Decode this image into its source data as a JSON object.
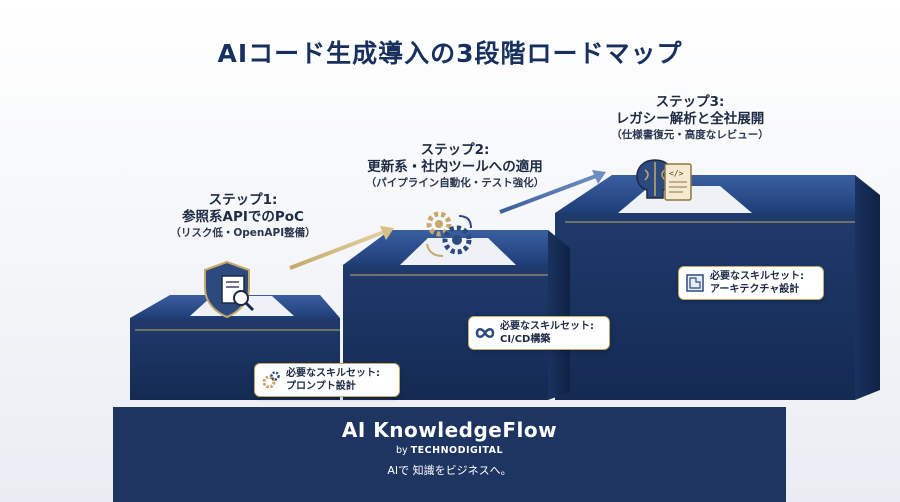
{
  "title": "AIコード生成導入の3段階ロードマップ",
  "steps": [
    {
      "heading": "ステップ1:",
      "name": "参照系APIでのPoC",
      "sub": "（リスク低・OpenAPI整備）",
      "skill_label": "必要なスキルセット:",
      "skill_value": "プロンプト設計",
      "icon": "shield-document-search-icon",
      "skill_icon": "gear-icon"
    },
    {
      "heading": "ステップ2:",
      "name": "更新系・社内ツールへの適用",
      "sub": "（パイプライン自動化・テスト強化）",
      "skill_label": "必要なスキルセット:",
      "skill_value": "CI/CD構築",
      "icon": "gears-cycle-icon",
      "skill_icon": "infinity-icon"
    },
    {
      "heading": "ステップ3:",
      "name": "レガシー解析と全社展開",
      "sub": "（仕様書復元・高度なレビュー）",
      "skill_label": "必要なスキルセット:",
      "skill_value": "アーキテクチャ設計",
      "icon": "brain-code-scroll-icon",
      "skill_icon": "blueprint-icon"
    }
  ],
  "footer": {
    "brand": "AI KnowledgeFlow",
    "by": "by",
    "company": "TECHNODIGITAL",
    "tagline": "AIで 知識をビジネスへ。"
  },
  "colors": {
    "navy": "#1d3560",
    "step_top": "#2e4f8c",
    "gold": "#c7a86a",
    "text": "#17305e"
  }
}
